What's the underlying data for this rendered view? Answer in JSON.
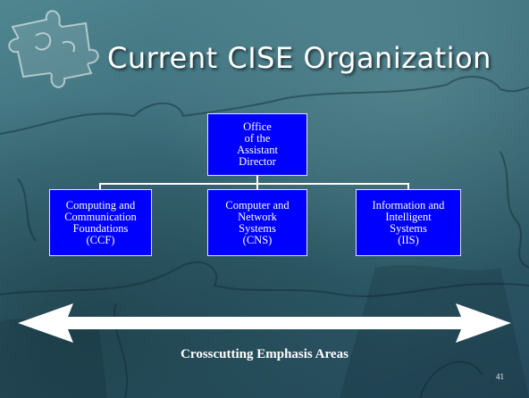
{
  "slide": {
    "title": "Current CISE Organization",
    "page_number": "41",
    "emphasis_label": "Crosscutting Emphasis Areas"
  },
  "org_chart": {
    "top": {
      "lines": [
        "Office",
        "of the",
        "Assistant",
        "Director"
      ]
    },
    "divisions": [
      {
        "lines": [
          "Computing and",
          "Communication",
          "Foundations",
          "(CCF)"
        ]
      },
      {
        "lines": [
          "Computer and",
          "Network",
          "Systems",
          "(CNS)"
        ]
      },
      {
        "lines": [
          "Information and",
          "Intelligent",
          "Systems",
          "(IIS)"
        ]
      }
    ]
  },
  "colors": {
    "box_fill": "#0000ff",
    "background": "#3d6f7c",
    "text": "#ffffff"
  },
  "icons": {
    "corner_graphic": "puzzle-pieces",
    "emphasis_arrow": "double-headed-arrow"
  }
}
